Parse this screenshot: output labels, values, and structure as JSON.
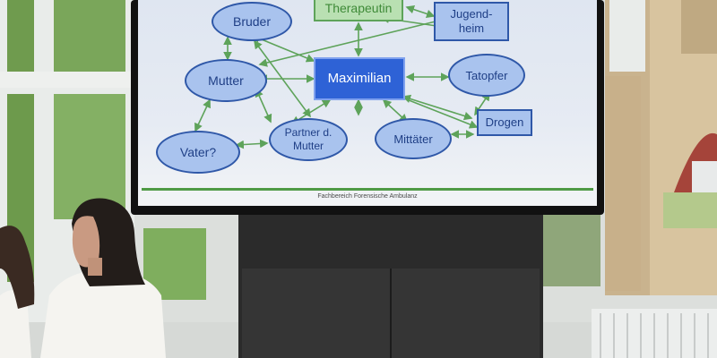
{
  "slide": {
    "footer": "Fachbereich Forensische Ambulanz",
    "nodes": {
      "center": "Maximilian",
      "therapeutin": "Therapeutin",
      "bruder": "Bruder",
      "jugendheim": "Jugend-heim",
      "mutter": "Mutter",
      "tatopfer": "Tatopfer",
      "vater": "Vater?",
      "partner": "Partner d. Mutter",
      "mittaeter": "Mittäter",
      "drogen": "Drogen"
    }
  },
  "colors": {
    "node_fill": "#a9c3ee",
    "node_border": "#2f58a8",
    "center_fill": "#2e62d6",
    "green_node": "#b9e0b2",
    "arrow": "#5ea35a"
  }
}
